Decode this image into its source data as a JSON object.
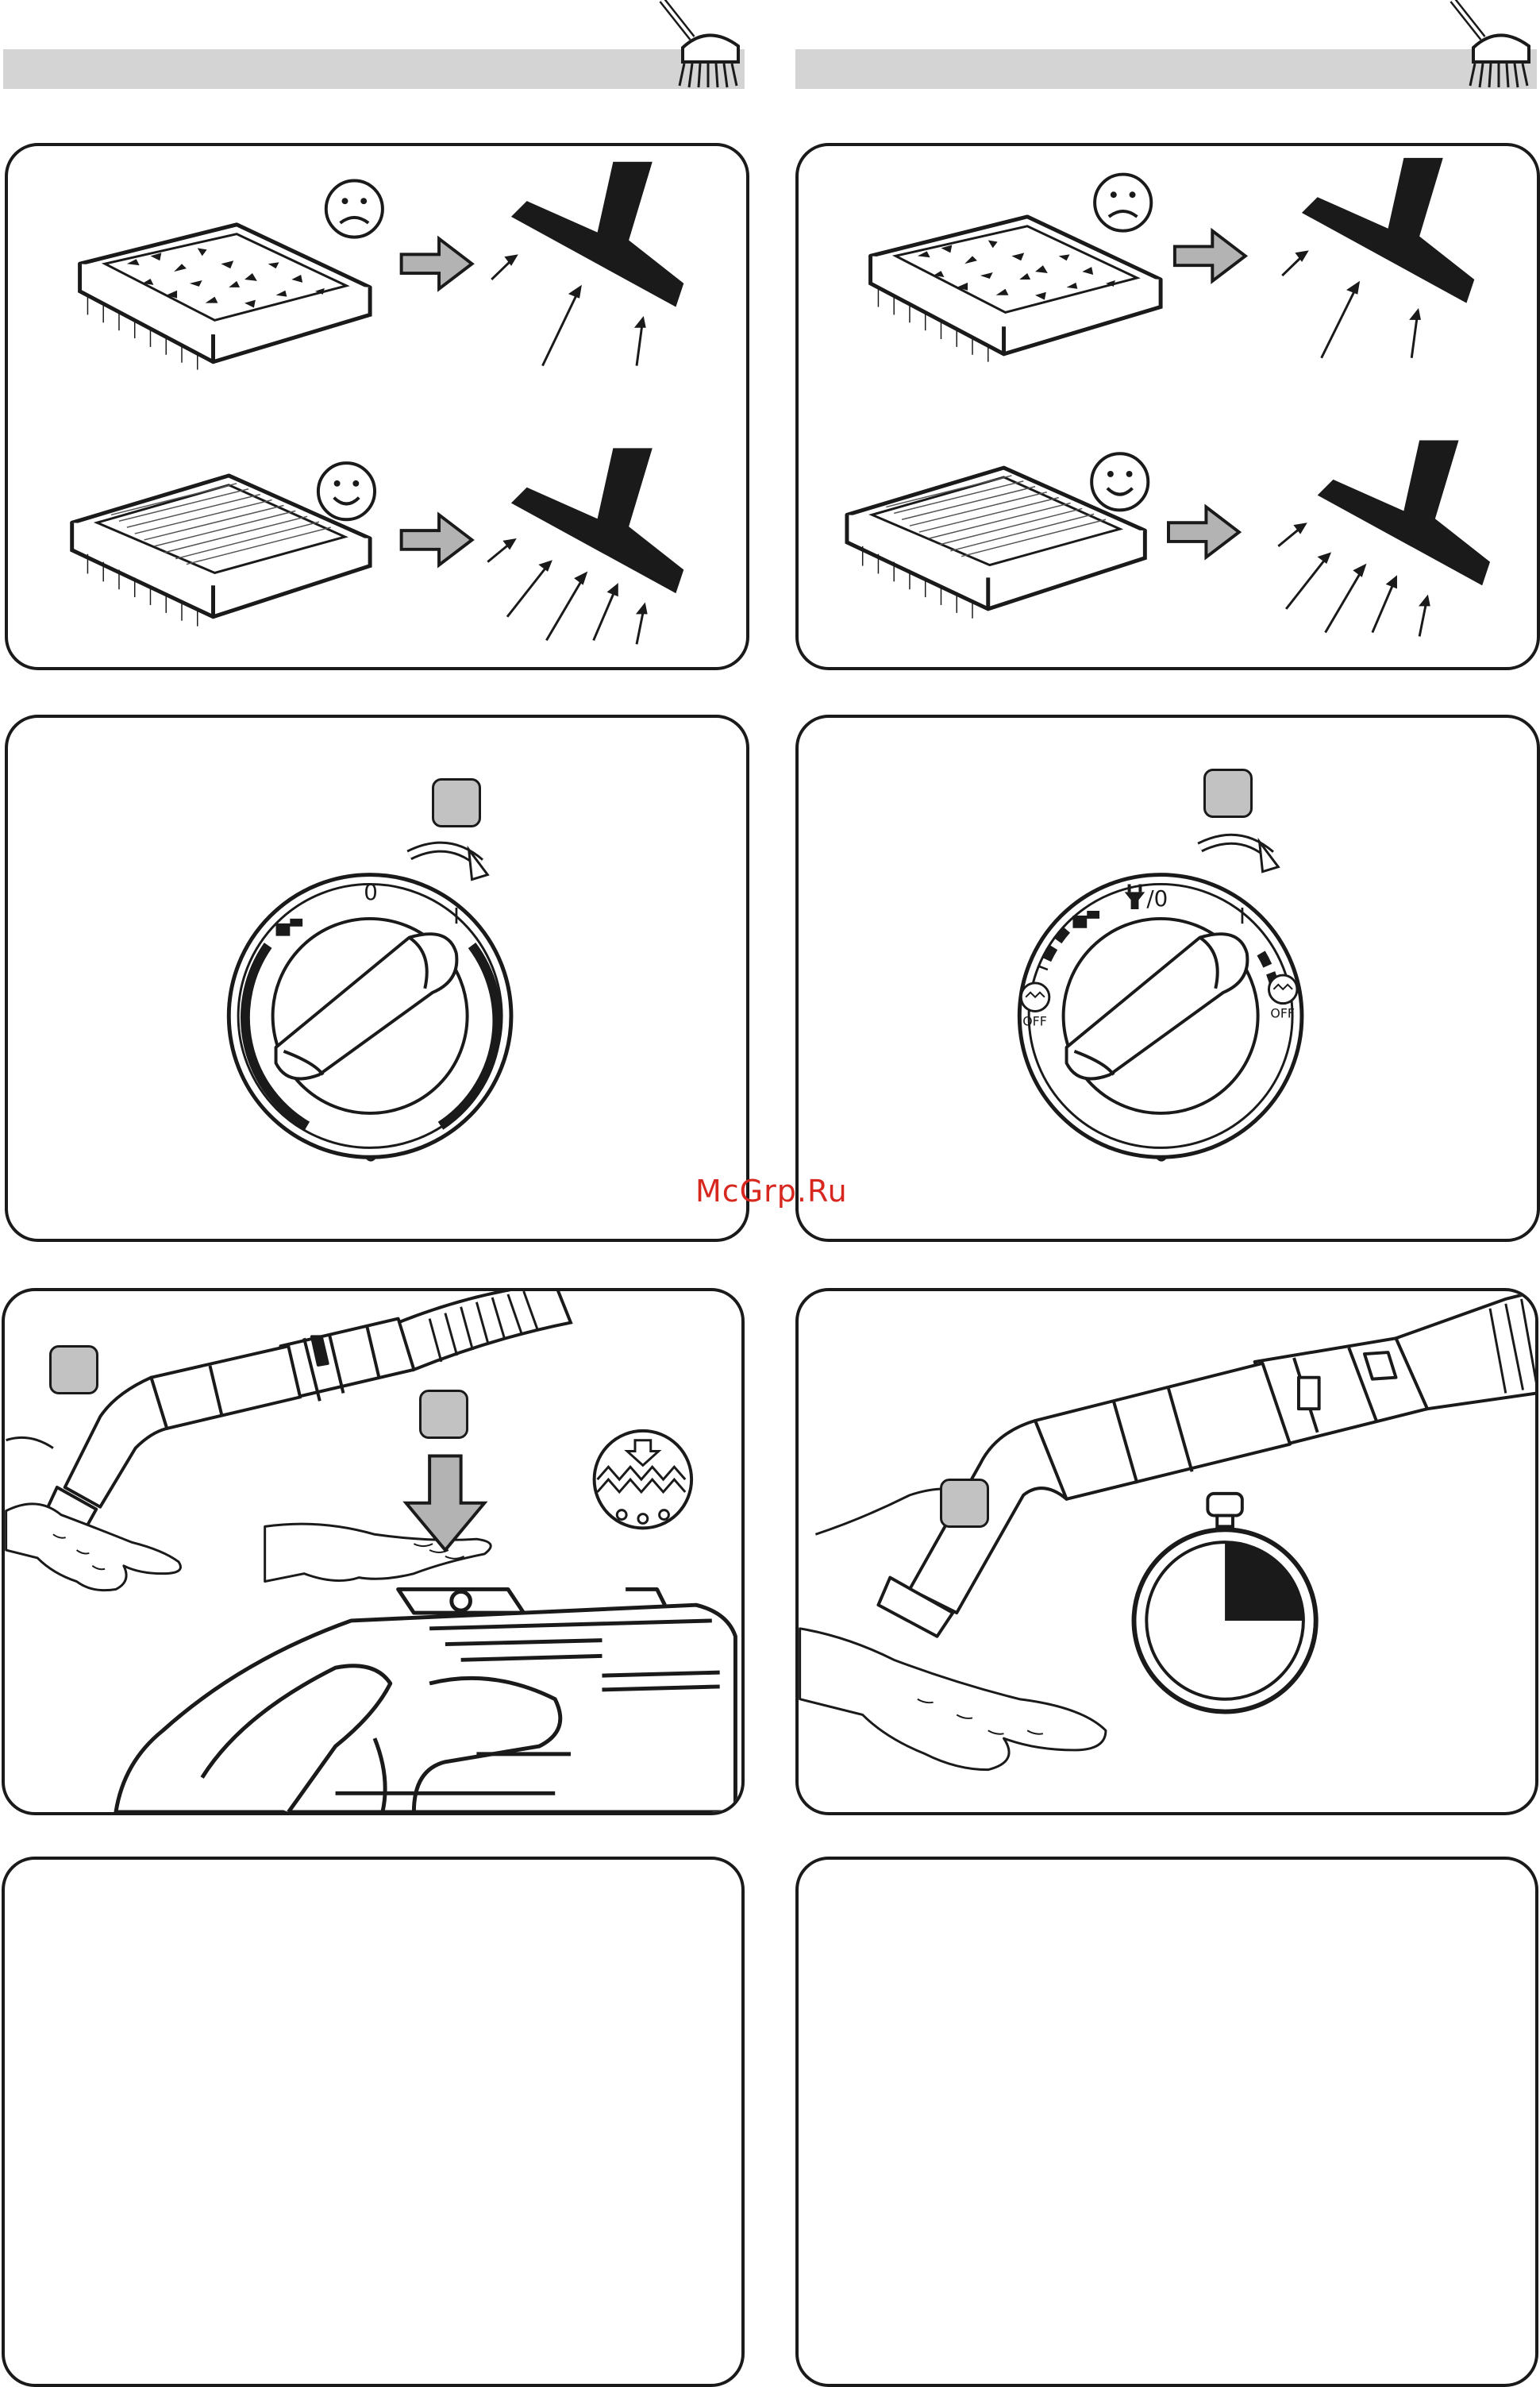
{
  "dial_left": {
    "label_off": "0",
    "label_on": "I"
  },
  "dial_right": {
    "label_top": "/0",
    "label_on": "I",
    "off_left": "OFF",
    "off_right": "OFF"
  },
  "watermark": "McGrp.Ru"
}
